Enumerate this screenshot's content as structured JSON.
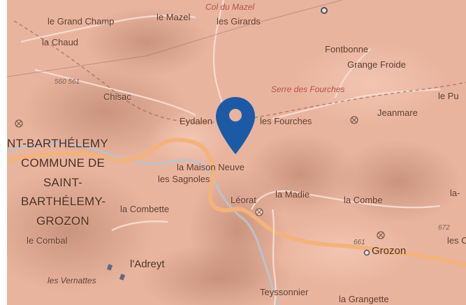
{
  "map": {
    "labels": {
      "le_grand_champ": "le Grand Champ",
      "le_mazel": "le Mazel",
      "col_du_mazel": "Col du Mazel",
      "les_girards": "les Girards",
      "la_chaud": "la Chaud",
      "fontbonne": "Fontbonne",
      "grange_froide": "Grange Froide",
      "alt_560_561": "560 561",
      "chisac": "Chisac",
      "serre_des_fourches": "Serre des Fourches",
      "le_pu": "le Pu",
      "eydalen": "Eydalen",
      "les_fourches": "les Fourches",
      "jeanmare": "Jeanmare",
      "nt_barthelemy": "NT-BARTHÉLEMY",
      "commune_line1": "COMMUNE DE",
      "commune_line2": "SAINT-",
      "commune_line3": "BARTHÉLEMY-",
      "commune_line4": "GROZON",
      "la_maison_neuve": "la Maison Neuve",
      "les_sagnoles": "les Sagnoles",
      "leorat": "Léorat",
      "la_madie": "la Madie",
      "la_combe": "la Combe",
      "la_edge": "la-",
      "la_combette": "la Combette",
      "alt_672": "672",
      "le_combal": "le Combal",
      "grozon": "Grozon",
      "alt_661": "661",
      "les_c": "les C",
      "ladreyt": "l'Adreyt",
      "les_vernattes": "les Vernattes",
      "teyssonnier": "Teyssonnier",
      "la_grangette": "la Grangette"
    },
    "colors": {
      "land": "#e9b49e",
      "road_major": "#f2b37c",
      "road_minor": "#f6dccf",
      "river": "#b9c3cc",
      "marker": "#1d5aa6"
    },
    "marker_icon": "map-pin-icon"
  }
}
